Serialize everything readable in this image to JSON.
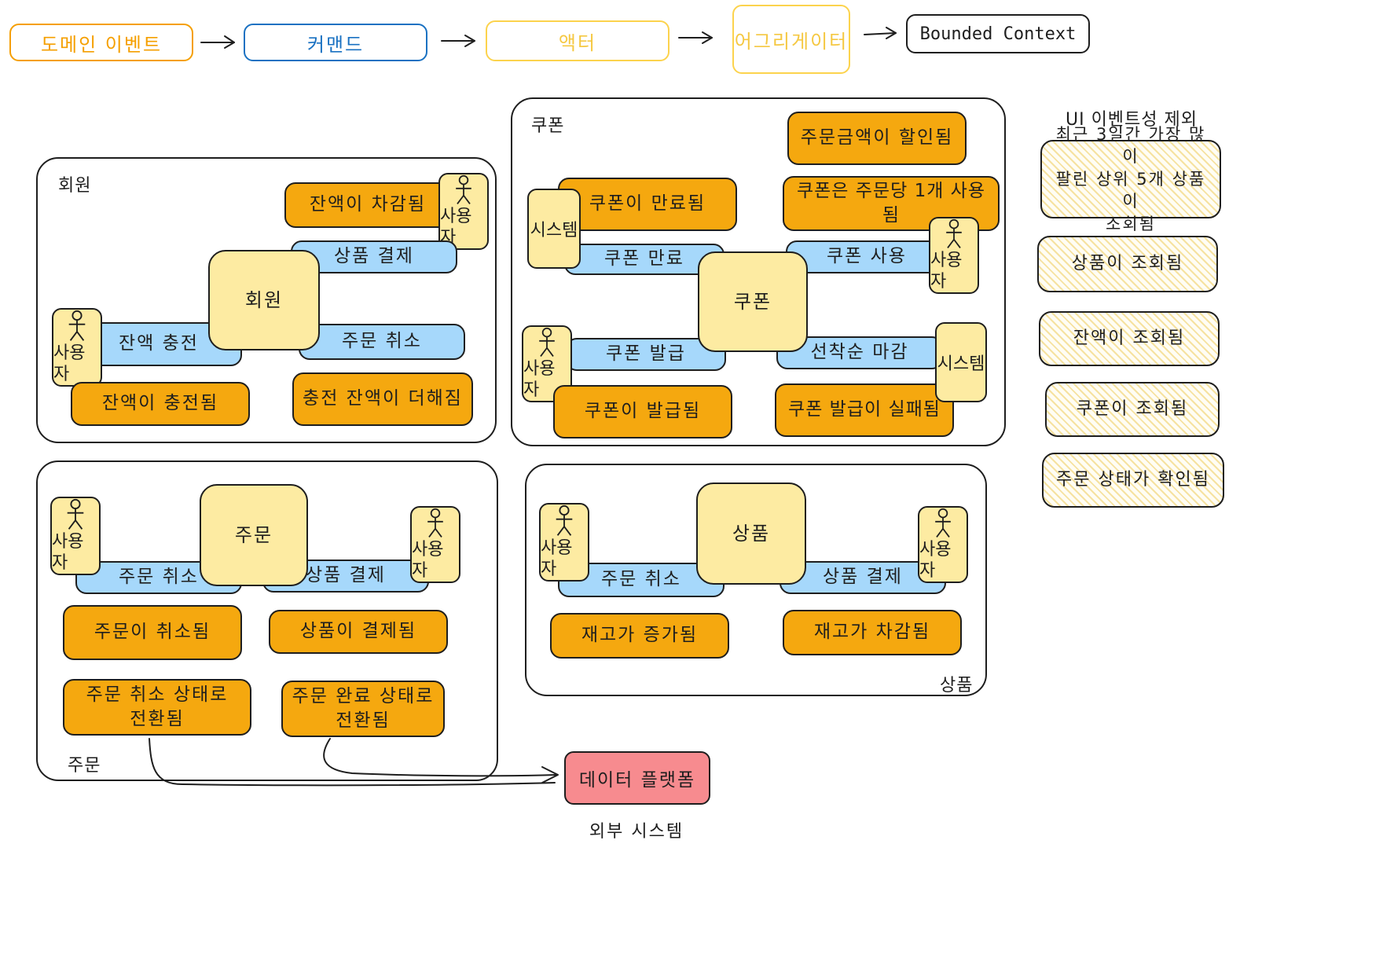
{
  "legend": {
    "domain_event": "도메인 이벤트",
    "command": "커맨드",
    "actor": "액터",
    "aggregate": "어그리게이터",
    "bounded_context": "Bounded Context"
  },
  "colors": {
    "event": "#f5a80f",
    "command": "#a6d8fb",
    "actor_aggregate": "#fdeba2",
    "external": "#f78b8f"
  },
  "member": {
    "label": "회원",
    "aggregate": "회원",
    "actor_top": "사용자",
    "actor_left": "사용자",
    "event_balance_deducted": "잔액이 차감됨",
    "cmd_pay": "상품 결제",
    "cmd_charge": "잔액 충전",
    "cmd_cancel": "주문 취소",
    "event_charged": "잔액이 충전됨",
    "event_balance_added": "충전 잔액이 더해짐"
  },
  "coupon": {
    "label": "쿠폰",
    "aggregate": "쿠폰",
    "event_discounted": "주문금액이 할인됨",
    "event_expired": "쿠폰이 만료됨",
    "event_one_per_order": "쿠폰은 주문당 1개 사용됨",
    "system_left": "시스템",
    "cmd_expire": "쿠폰 만료",
    "cmd_use": "쿠폰 사용",
    "actor_right": "사용자",
    "actor_left": "사용자",
    "cmd_issue": "쿠폰 발급",
    "cmd_close": "선착순 마감",
    "system_right": "시스템",
    "event_issued": "쿠폰이 발급됨",
    "event_issue_failed": "쿠폰 발급이 실패됨"
  },
  "order": {
    "label": "주문",
    "aggregate": "주문",
    "actor_left": "사용자",
    "actor_right": "사용자",
    "cmd_cancel": "주문 취소",
    "cmd_pay": "상품 결제",
    "event_cancelled": "주문이 취소됨",
    "event_paid": "상품이 결제됨",
    "event_to_cancelled": "주문 취소 상태로\n전환됨",
    "event_to_completed": "주문 완료 상태로\n전환됨"
  },
  "product": {
    "label": "상품",
    "aggregate": "상품",
    "actor_left": "사용자",
    "actor_right": "사용자",
    "cmd_cancel": "주문 취소",
    "cmd_pay": "상품 결제",
    "event_stock_increased": "재고가 증가됨",
    "event_stock_decreased": "재고가 차감됨"
  },
  "ui_events": {
    "title": "UI 이벤트성 제외",
    "items": [
      "최근 3일간 가장 많이\n팔린 상위 5개 상품이\n조회됨",
      "상품이 조회됨",
      "잔액이 조회됨",
      "쿠폰이 조회됨",
      "주문 상태가 확인됨"
    ]
  },
  "external": {
    "node": "데이터 플랫폼",
    "caption": "외부 시스템"
  }
}
